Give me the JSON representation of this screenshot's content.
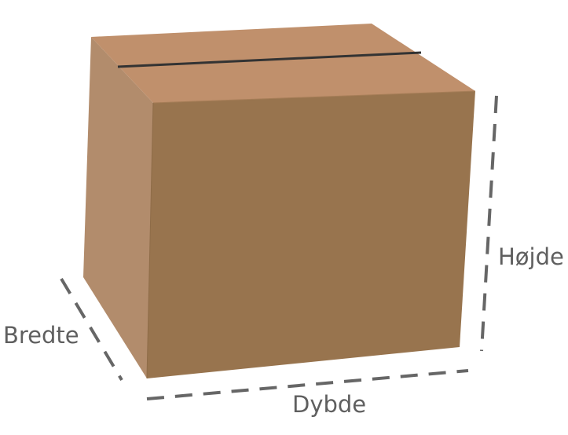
{
  "diagram": {
    "subject": "cardboard box",
    "labels": {
      "height": "Højde",
      "width": "Bredte",
      "depth": "Dybde"
    },
    "colors": {
      "top_face": "#c0906c",
      "side_face": "#b28c6c",
      "front_face": "#98744e",
      "tape": "#333333",
      "dash": "#666666",
      "label": "#5f5f5f"
    }
  }
}
